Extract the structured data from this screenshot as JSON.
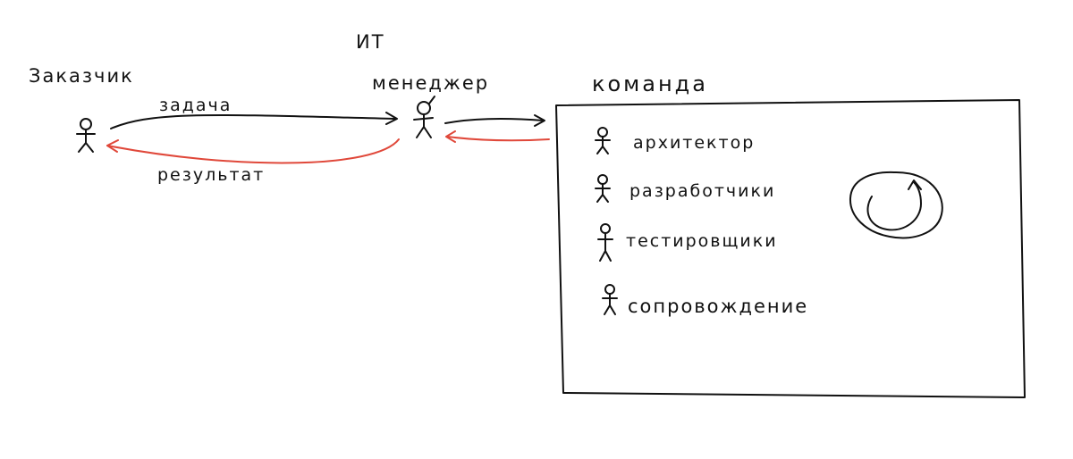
{
  "labels": {
    "customer": "Заказчик",
    "it_top": "ИТ",
    "manager": "менеджер",
    "team": "команда",
    "task": "задача",
    "result": "результат"
  },
  "team_roles": [
    "архитектор",
    "разработчики",
    "тестировщики",
    "сопровождение"
  ],
  "colors": {
    "ink": "#111111",
    "return_arrow": "#e0483a",
    "background": "#ffffff"
  },
  "icons": {
    "person": "stick-figure-icon",
    "cycle": "circular-arrow-icon"
  }
}
